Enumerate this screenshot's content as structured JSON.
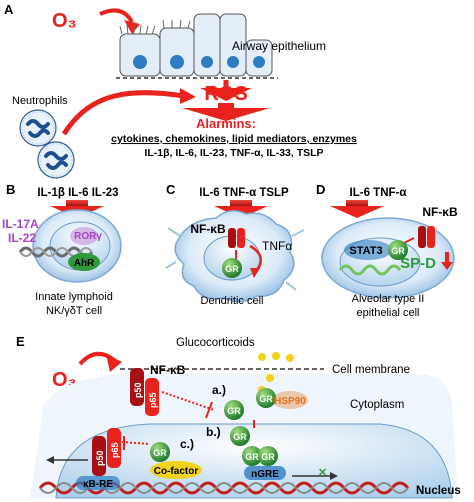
{
  "colors": {
    "red": "#e8231d",
    "dark_red": "#a80f12",
    "purple": "#a445c2",
    "green": "#2f9a39",
    "light_green": "#71c35c",
    "blue": "#2e7dc2",
    "cell_blue": "#cfe4f6",
    "yellow": "#f2d21c",
    "orange": "#e1751c"
  },
  "panel_a": {
    "letter": "A",
    "o3": "O₃",
    "epithelium_label": "Airway epithelium",
    "neutrophils_label": "Neutrophils",
    "ros_label": "ROS",
    "alarmins_label": "Alarmins:",
    "alarmins_list": "cytokines, chemokines, lipid mediators, enzymes",
    "cytokines": "IL-1β, IL-6, IL-23, TNF-α, IL-33, TSLP"
  },
  "panel_b": {
    "letter": "B",
    "signals": "IL-1β IL-6 IL-23",
    "il17a": "IL-17A",
    "il22": "IL-22",
    "ror": "RORγ",
    "ahr": "AhR",
    "caption_1": "Innate lymphoid",
    "caption_2": "NK/γδT cell"
  },
  "panel_c": {
    "letter": "C",
    "signals": "IL-6 TNF-α TSLP",
    "nfkb": "NF-κB",
    "tnf": "TNFα",
    "gr": "GR",
    "caption": "Dendritic cell"
  },
  "panel_d": {
    "letter": "D",
    "signals": "IL-6 TNF-α",
    "nfkb": "NF-κB",
    "stat3": "STAT3",
    "gr": "GR",
    "spd": "SP-D",
    "caption_1": "Alveolar type II",
    "caption_2": "epithelial cell"
  },
  "panel_e": {
    "letter": "E",
    "o3": "O₃",
    "glucocorticoids": "Glucocorticoids",
    "cell_membrane": "Cell membrane",
    "cytoplasm": "Cytoplasm",
    "nucleus": "Nucleus",
    "nfkb": "NF-κB",
    "p50": "p50",
    "p65": "p65",
    "gr": "GR",
    "hsp90": "HSP90",
    "step_a": "a.)",
    "step_b": "b.)",
    "step_c": "c.)",
    "cofactor": "Co-factor",
    "ngre": "nGRE",
    "kb_re": "κB-RE"
  }
}
